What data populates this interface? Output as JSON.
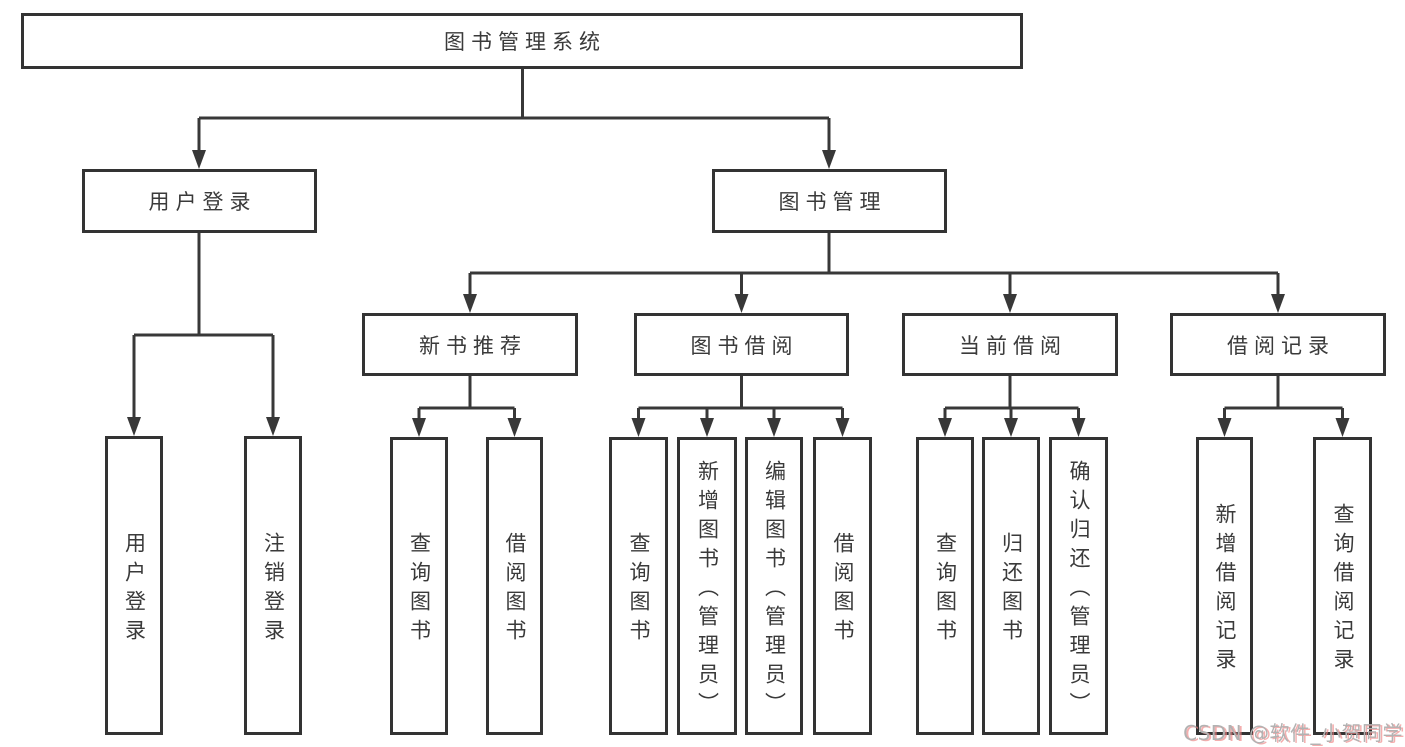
{
  "diagram": {
    "root": "图书管理系统",
    "level2": {
      "user_login": "用户登录",
      "book_management": "图书管理"
    },
    "level3": {
      "new_book": "新书推荐",
      "book_borrow": "图书借阅",
      "current_borrow": "当前借阅",
      "borrow_record": "借阅记录"
    },
    "leaves": {
      "user_login_children": [
        "用户登录",
        "注销登录"
      ],
      "new_book_children": [
        "查询图书",
        "借阅图书"
      ],
      "book_borrow_children": [
        "查询图书",
        "新增图书（管理员）",
        "编辑图书（管理员）",
        "借阅图书"
      ],
      "current_borrow_children": [
        "查询图书",
        "归还图书",
        "确认归还（管理员）"
      ],
      "borrow_record_children": [
        "新增借阅记录",
        "查询借阅记录"
      ]
    }
  },
  "watermark": "CSDN @软件_小贺同学",
  "colors": {
    "line": "#383838",
    "border": "#333333",
    "text": "#3a3a3a",
    "background": "#ffffff",
    "watermark_text": "#b2b2b2",
    "watermark_shadow": "#ee8282"
  }
}
